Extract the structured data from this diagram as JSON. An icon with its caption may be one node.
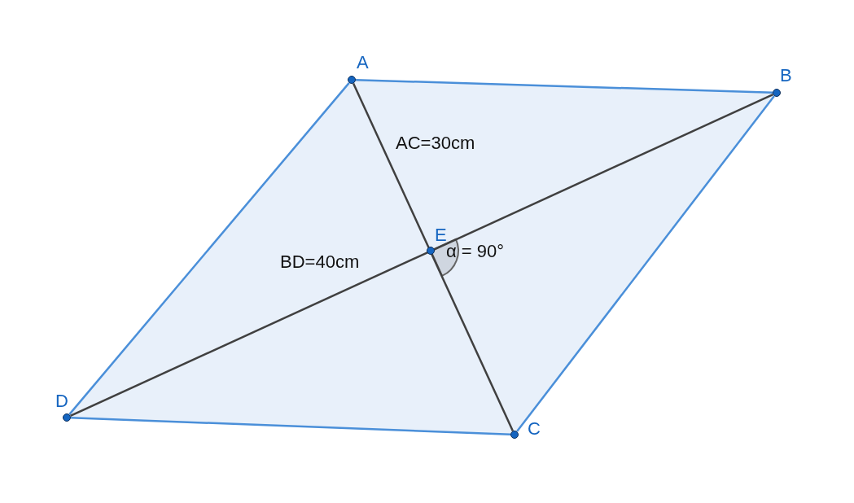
{
  "diagram": {
    "nodes": [
      {
        "text": [],
        "shape": "circle",
        "beside": [
          "A"
        ]
      },
      {
        "text": [],
        "shape": "circle",
        "beside": [
          "B"
        ]
      },
      {
        "text": [],
        "shape": "circle",
        "beside": [
          "C"
        ]
      },
      {
        "text": [],
        "shape": "circle",
        "beside": [
          "D"
        ]
      },
      {
        "text": [],
        "shape": "circle",
        "beside": [
          "E"
        ]
      }
    ],
    "edges": [
      {
        "from": 0,
        "to": 1,
        "arrow": "none"
      },
      {
        "from": 1,
        "to": 2,
        "arrow": "none"
      },
      {
        "from": 2,
        "to": 3,
        "arrow": "none"
      },
      {
        "from": 3,
        "to": 0,
        "arrow": "none"
      },
      {
        "from": 0,
        "to": 2,
        "arrow": "none",
        "label": "AC=30cm",
        "color": "#404040"
      },
      {
        "from": 1,
        "to": 3,
        "arrow": "none",
        "label": "BD=40cm",
        "color": "#404040"
      }
    ],
    "labels": [
      "α = 90°"
    ]
  }
}
